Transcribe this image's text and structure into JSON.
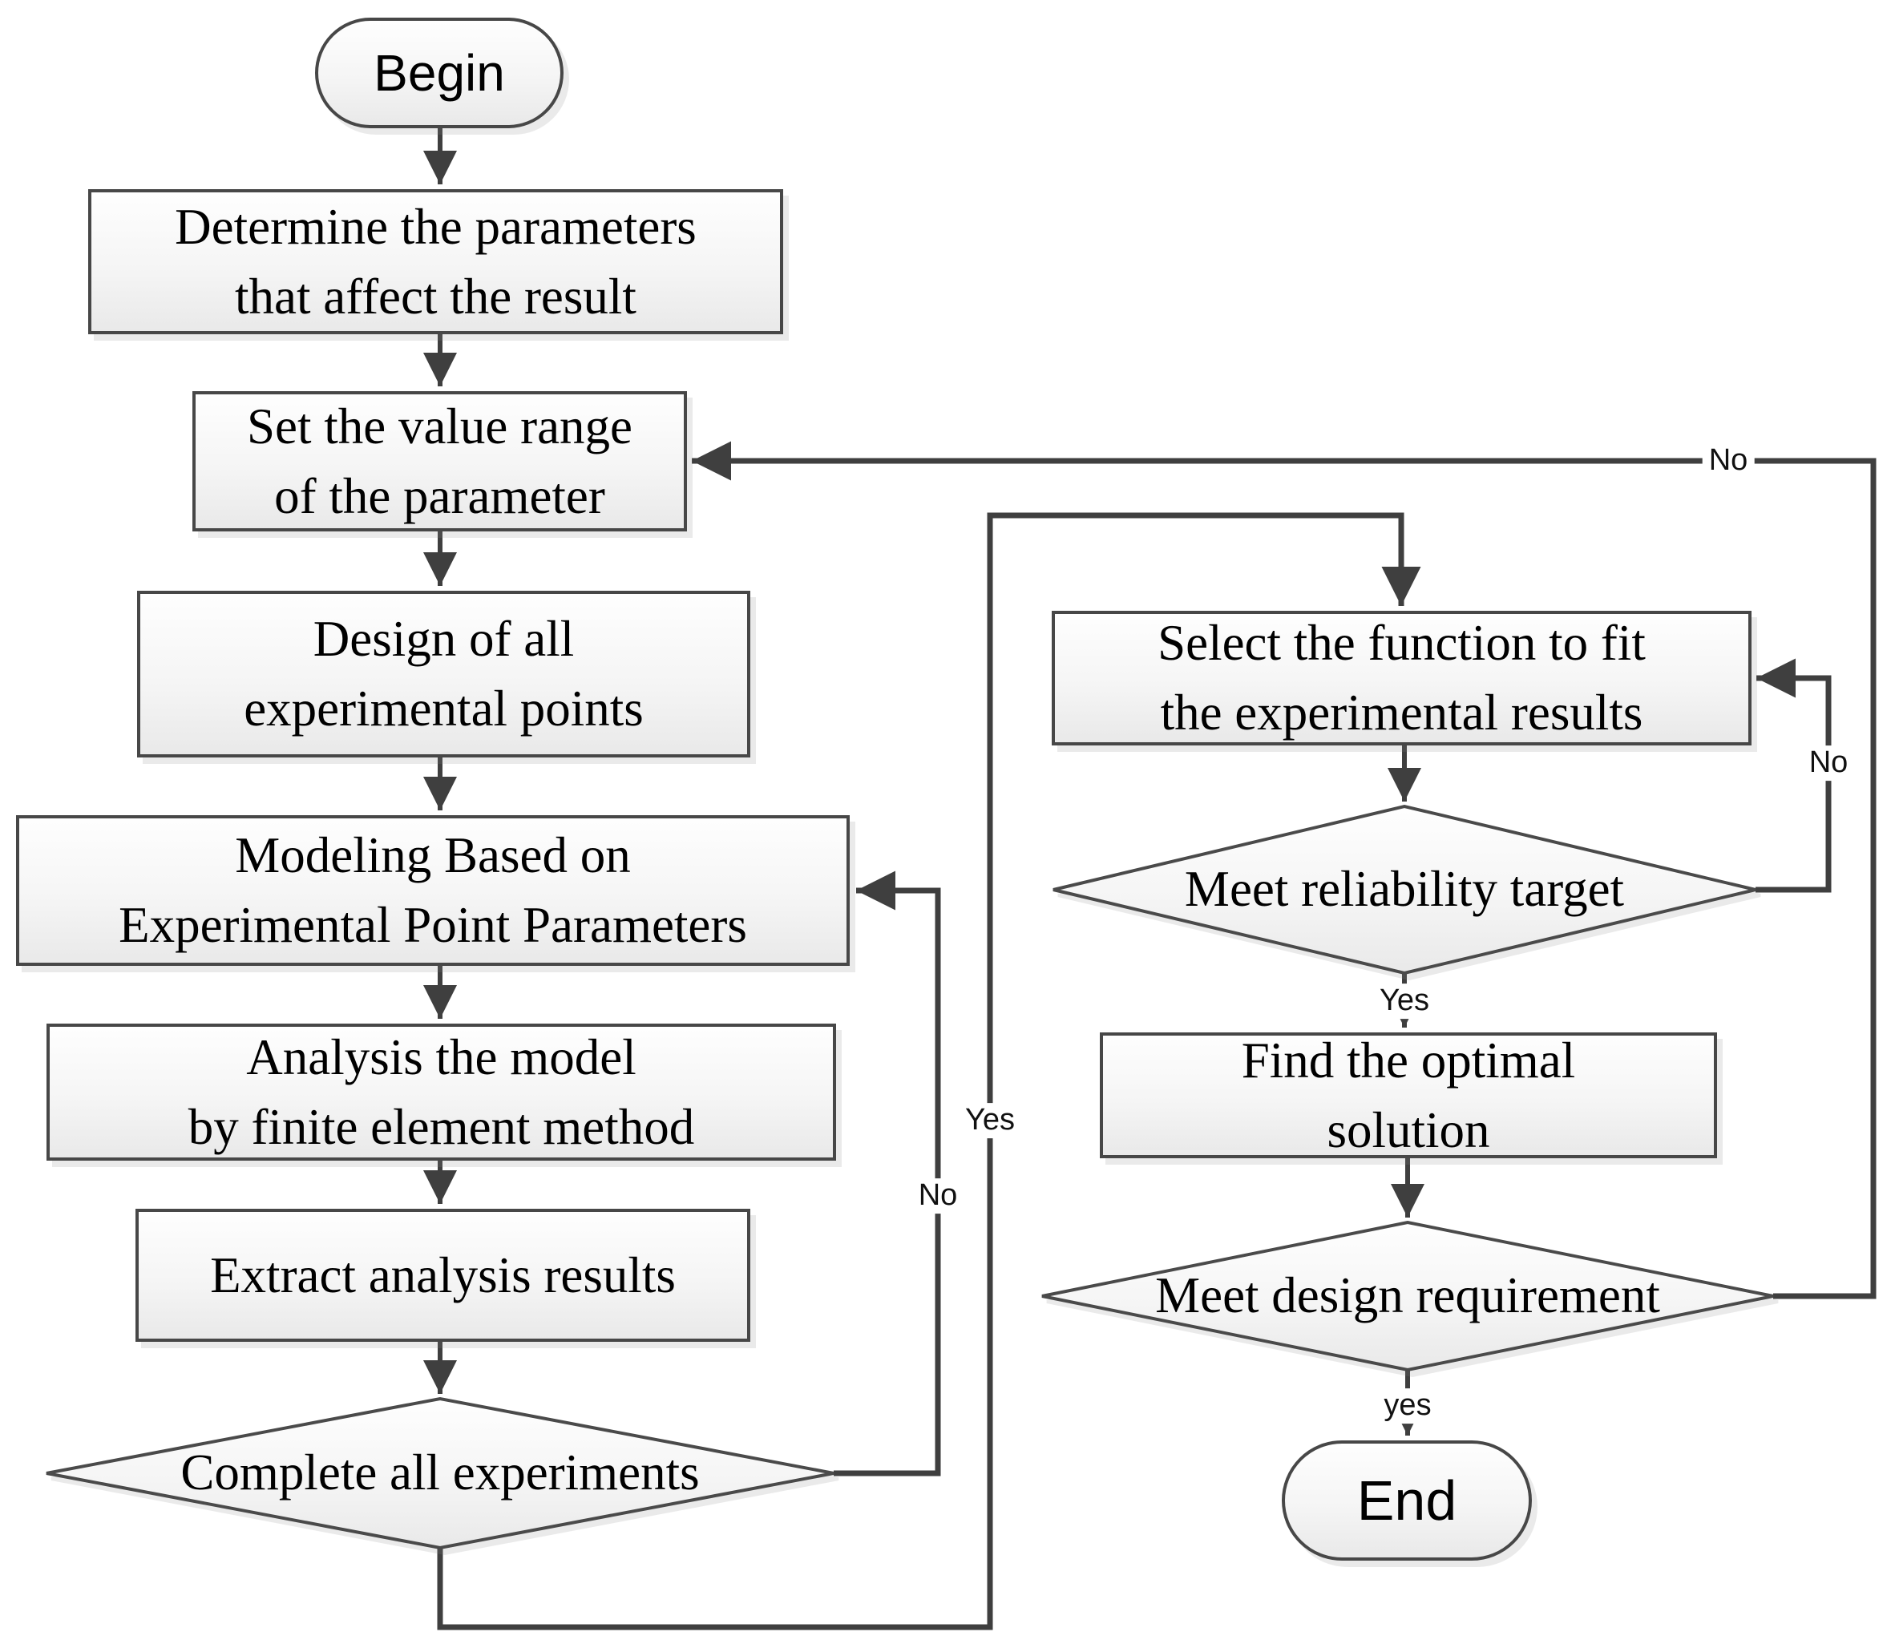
{
  "diagram": {
    "type": "flowchart",
    "background_color": "#ffffff",
    "line_color": "#3f3f3f",
    "node_border_color": "#474747",
    "node_fill_gradient": [
      "#fefefe",
      "#e9e9e9"
    ],
    "nodes": {
      "begin": {
        "label": "Begin",
        "shape": "terminator"
      },
      "determine_parameters": {
        "label": "Determine the parameters\nthat affect the result",
        "shape": "process"
      },
      "set_value_range": {
        "label": "Set the value range\nof the parameter",
        "shape": "process"
      },
      "design_points": {
        "label": "Design of all\nexperimental points",
        "shape": "process"
      },
      "modeling": {
        "label": "Modeling Based on\nExperimental Point Parameters",
        "shape": "process"
      },
      "analysis": {
        "label": "Analysis the model\nby finite element method",
        "shape": "process"
      },
      "extract_results": {
        "label": "Extract analysis results",
        "shape": "process"
      },
      "complete_all_experiments": {
        "label": "Complete all experiments",
        "shape": "decision"
      },
      "select_function": {
        "label": "Select the function to fit\nthe experimental results",
        "shape": "process"
      },
      "meet_reliability_target": {
        "label": "Meet reliability target",
        "shape": "decision"
      },
      "find_optimal_solution": {
        "label": "Find the optimal\nsolution",
        "shape": "process"
      },
      "meet_design_requirement": {
        "label": "Meet design requirement",
        "shape": "decision"
      },
      "end": {
        "label": "End",
        "shape": "terminator"
      }
    },
    "edge_labels": {
      "complete_yes": "Yes",
      "complete_no": "No",
      "reliability_yes": "Yes",
      "reliability_no": "No",
      "design_yes": "yes",
      "design_no": "No"
    }
  }
}
